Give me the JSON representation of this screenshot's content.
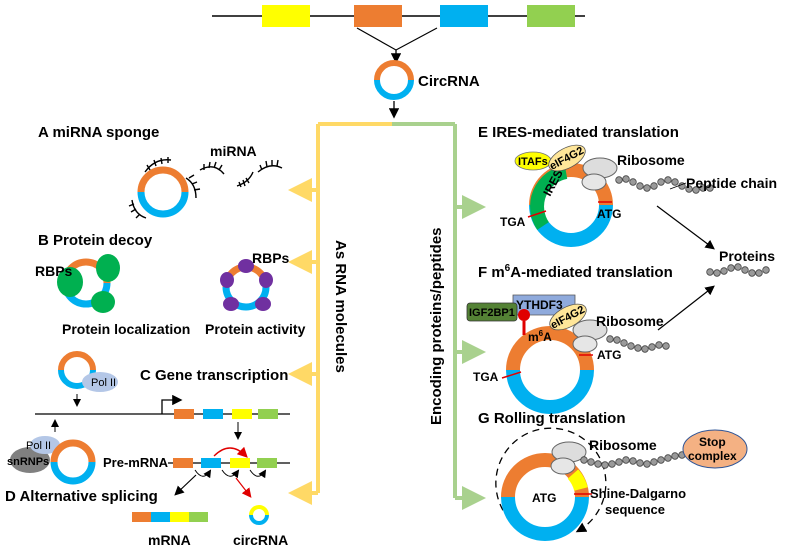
{
  "colors": {
    "orange": "#ED7D31",
    "blue": "#00B0F0",
    "yellow": "#FFFF00",
    "green": "#92D050",
    "darkgreen": "#00B050",
    "purple": "#7030A0",
    "lightblue": "#B4C7E7",
    "paleyellow": "#FFE699",
    "stemyellow": "#FFD966",
    "stemgreen": "#A9D18E"
  },
  "top": {
    "circrna_label": "CircRNA"
  },
  "stems": {
    "rna_molecules": "As RNA molecules",
    "encoding": "Encoding proteins/peptides"
  },
  "A": {
    "title": "A  miRNA sponge",
    "mirna": "miRNA"
  },
  "B": {
    "title": "B  Protein decoy",
    "rbps_left": "RBPs",
    "rbps_right": "RBPs",
    "caption_left": "Protein localization",
    "caption_right": "Protein activity"
  },
  "C": {
    "title": "C  Gene transcription",
    "pol2_top": "Pol II",
    "pol2_bottom": "Pol II",
    "snrnps": "snRNPs",
    "pre_mrna": "Pre-mRNA"
  },
  "D": {
    "title": "D  Alternative splicing",
    "mrna": "mRNA",
    "circrna": "circRNA"
  },
  "E": {
    "title": "E  IRES-mediated translation",
    "itafs": "ITAFs",
    "eif4g2": "eIF4G2",
    "ires": "IRES",
    "ribosome": "Ribosome",
    "peptide": "Peptide chain",
    "tga": "TGA",
    "atg": "ATG"
  },
  "proteins": "Proteins",
  "F": {
    "title_pre": "F  m",
    "title_sup": "6",
    "title_post": "A-mediated translation",
    "ythdf3": "YTHDF3",
    "igf2bp1": "IGF2BP1",
    "eif4g2": "eIF4G2",
    "m6a_pre": "m",
    "m6a_sup": "6",
    "m6a_post": "A",
    "ribosome": "Ribosome",
    "tga": "TGA",
    "atg": "ATG"
  },
  "G": {
    "title": "G  Rolling translation",
    "ribosome": "Ribosome",
    "stop1": "Stop",
    "stop2": "complex",
    "atg": "ATG",
    "sd1": "Shine-Dalgarno",
    "sd2": "sequence"
  }
}
